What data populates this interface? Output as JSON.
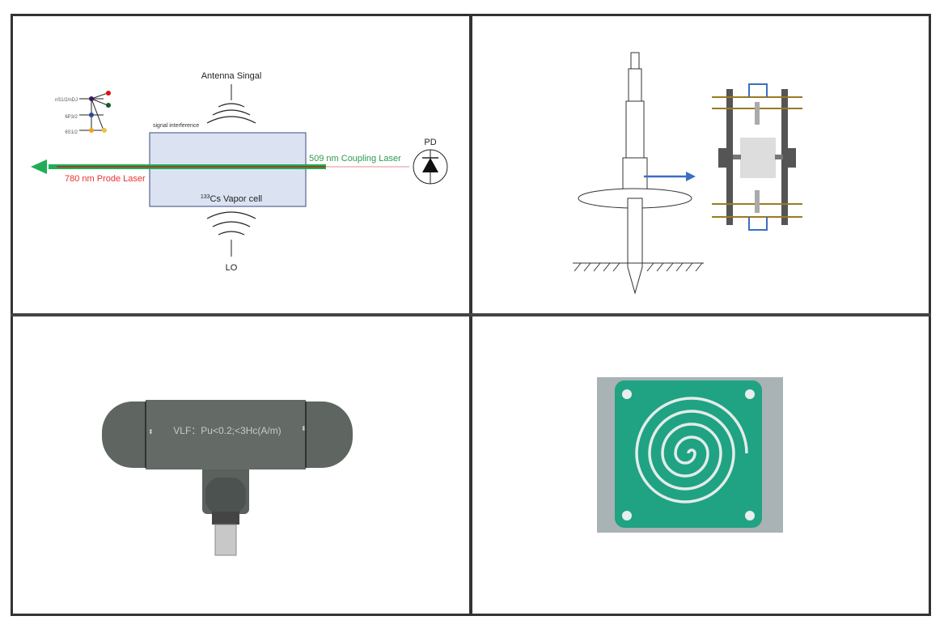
{
  "panel_a": {
    "antenna_label": "Antenna Singal",
    "interference_label": "signal interference",
    "coupling_label": "509 nm Coupling Laser",
    "probe_label": "780 nm Prode Laser",
    "cell_label_sup": "133",
    "cell_label": "Cs Vapor cell",
    "detector_label": "PD",
    "lo_label": "LO",
    "levels": [
      "nS1/2/nDJ",
      "6P3/2",
      "6S1/2"
    ],
    "colors": {
      "coupling": "#1fae55",
      "probe": "#e8322f",
      "cell": "#dbe3f3"
    }
  },
  "panel_c": {
    "sensor_text": "VLF：Pu<0.2;<3Hc(A/m)"
  }
}
